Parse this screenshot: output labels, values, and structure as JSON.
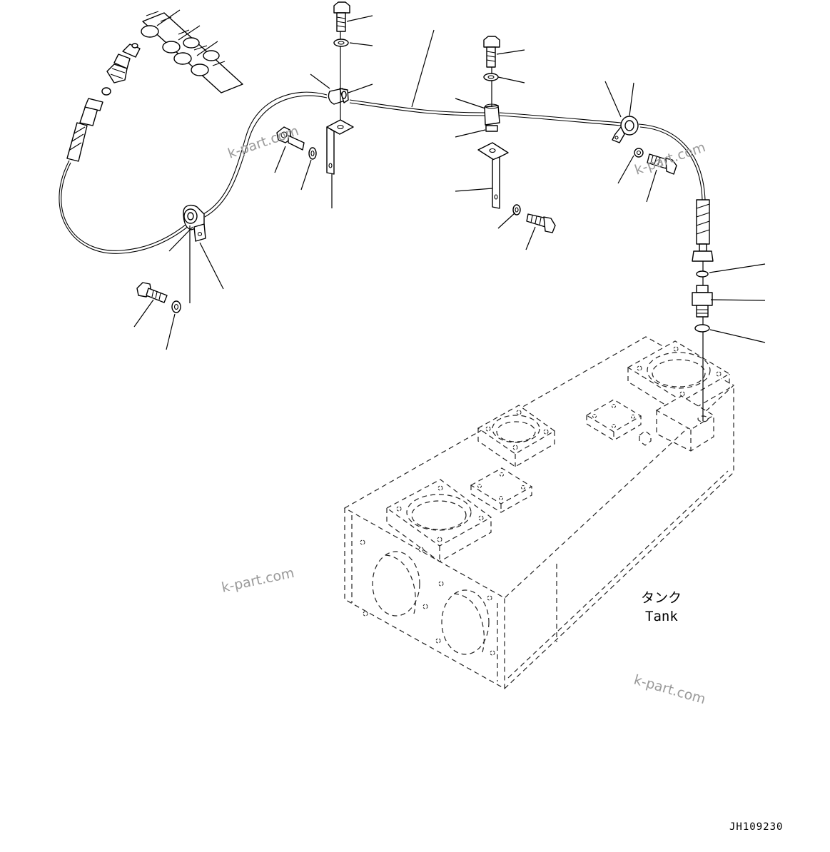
{
  "labels": {
    "tank_jp": "タンク",
    "tank_en": "Tank",
    "drawing_code": "JH109230"
  },
  "watermarks": [
    "k-part.com",
    "k-part.com",
    "k-part.com",
    "k-part.com"
  ]
}
